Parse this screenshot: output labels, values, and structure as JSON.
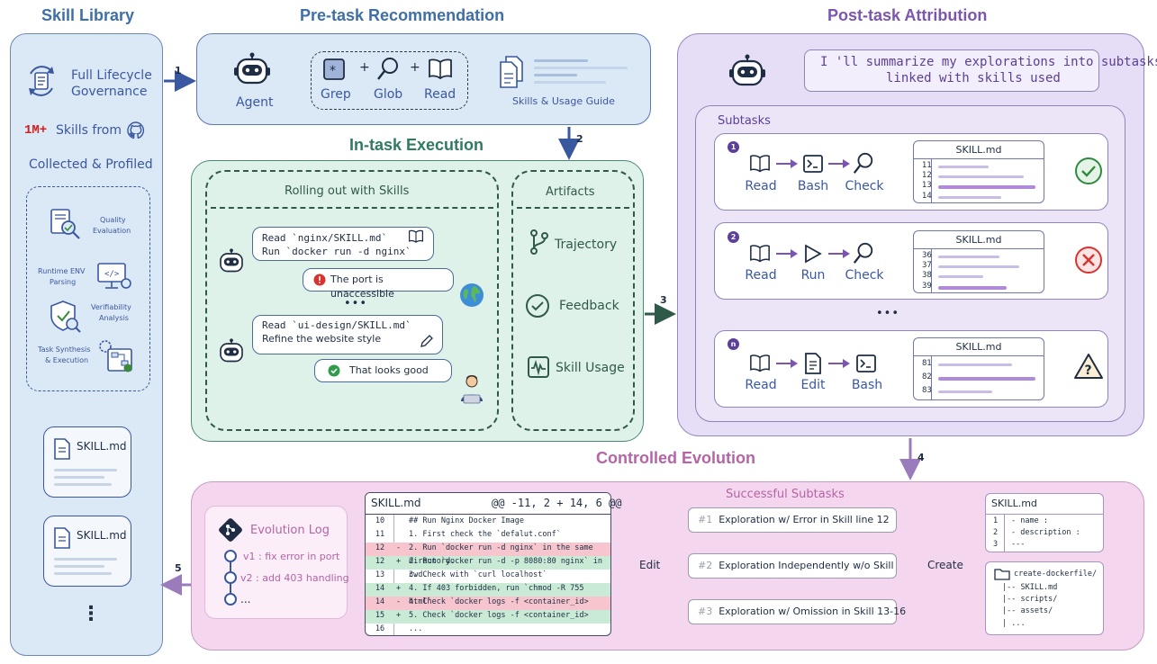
{
  "titles": {
    "skill_library": "Skill Library",
    "pre_task": "Pre-task Recommendation",
    "in_task": "In-task Execution",
    "post_task": "Post-task Attribution",
    "controlled": "Controlled Evolution"
  },
  "library": {
    "full_lifecycle": "Full Lifecycle",
    "governance": "Governance",
    "count_highlight": "1M+",
    "skills_from": "Skills from",
    "collected": "Collected & Profiled",
    "quality": "Quality",
    "evaluation": "Evaluation",
    "runtime": "Runtime ENV",
    "parsing": "Parsing",
    "verifiability": "Verifiability",
    "analysis": "Analysis",
    "task_synth": "Task Synthesis",
    "and_exec": "& Execution",
    "skill_md_1": "SKILL.md",
    "skill_md_2": "SKILL.md",
    "more": "⋮"
  },
  "arrows": {
    "a1": "1",
    "a2": "2",
    "a3": "3",
    "a4": "4",
    "a5": "5"
  },
  "pre": {
    "agent": "Agent",
    "grep": "Grep",
    "glob": "Glob",
    "read": "Read",
    "plus1": "+",
    "plus2": "+",
    "guide": "Skills & Usage Guide"
  },
  "exec": {
    "rolling": "Rolling out with Skills",
    "artifacts": "Artifacts",
    "msg1_l1": "Read `nginx/SKILL.md`",
    "msg1_l2": "Run `docker run -d nginx`",
    "resp1": "The port is unaccessible",
    "dots": "•••",
    "msg2_l1": "Read `ui-design/SKILL.md`",
    "msg2_l2": "Refine the website style",
    "resp2": "That looks good",
    "trajectory": "Trajectory",
    "feedback": "Feedback",
    "skill_usage": "Skill Usage"
  },
  "post": {
    "speech_l1": "I 'll summarize my explorations into subtasks",
    "speech_l2": "linked with skills used",
    "subtasks": "Subtasks",
    "dots": "•••",
    "s1": {
      "num": "1",
      "steps": [
        "Read",
        "Bash",
        "Check"
      ],
      "file": "SKILL.md",
      "lines": [
        "11",
        "12",
        "13",
        "14"
      ]
    },
    "s2": {
      "num": "2",
      "steps": [
        "Read",
        "Run",
        "Check"
      ],
      "file": "SKILL.md",
      "lines": [
        "36",
        "37",
        "38",
        "39"
      ]
    },
    "s3": {
      "num": "n",
      "steps": [
        "Read",
        "Edit",
        "Bash"
      ],
      "file": "SKILL.md",
      "lines": [
        "81",
        "82",
        "83"
      ]
    }
  },
  "evolution": {
    "log_title": "Evolution Log",
    "v1": "v1 : fix error in port",
    "v2": "v2 : add 403 handling",
    "more": "...",
    "diff_file": "SKILL.md",
    "diff_hunk": "@@ -11, 2   + 14, 6 @@",
    "rows": [
      {
        "no": "10",
        "sign": "",
        "text": "## Run Nginx Docker Image",
        "kind": "ctx"
      },
      {
        "no": "11",
        "sign": "",
        "text": "1. First check the `defalut.conf`",
        "kind": "ctx"
      },
      {
        "no": "12",
        "sign": "-",
        "text": "2. Run `docker run -d nginx` in the same directory.",
        "kind": "del"
      },
      {
        "no": "12",
        "sign": "+",
        "text": "2. Run `docker run -d -p 8080:80 nginx` in cwd.",
        "kind": "add"
      },
      {
        "no": "13",
        "sign": "",
        "text": "3. Check with `curl localhost`",
        "kind": "ctx"
      },
      {
        "no": "14",
        "sign": "+",
        "text": "4. If 403 forbidden, run `chmod -R 755 html`",
        "kind": "add"
      },
      {
        "no": "14",
        "sign": "-",
        "text": "4. Check `docker logs -f <container_id>",
        "kind": "del"
      },
      {
        "no": "15",
        "sign": "+",
        "text": "5. Check `docker logs -f <container_id>",
        "kind": "add"
      },
      {
        "no": "16",
        "sign": "",
        "text": "...",
        "kind": "ctx"
      }
    ],
    "edit": "Edit",
    "create": "Create",
    "successful": "Successful Subtasks",
    "sub1_hash": "#1",
    "sub1": "Exploration w/ Error in Skill line 12",
    "sub2_hash": "#2",
    "sub2": "Exploration Independently w/o Skill",
    "sub3_hash": "#3",
    "sub3": "Exploration w/ Omission in Skill 13-16",
    "new_skill_file": "SKILL.md",
    "new_lines": [
      {
        "n": "1",
        "t": "- name :"
      },
      {
        "n": "2",
        "t": "- description :"
      },
      {
        "n": "3",
        "t": "---"
      }
    ],
    "tree": [
      "create-dockerfile/",
      "|-- SKILL.md",
      "|-- scripts/",
      "|-- assets/",
      "| ..."
    ]
  },
  "colors": {
    "library_bg": "#dbe8f6",
    "pre_bg": "#dbe8f6",
    "exec_bg": "#dff2ea",
    "post_bg": "#e6ddf6",
    "evo_bg": "#f4d6ef",
    "check": "#2e8b3e",
    "cross": "#d9322f",
    "warn": "#c8861a"
  },
  "icons": [
    "robot-icon",
    "star-icon",
    "magnifier-icon",
    "book-icon",
    "document-icon",
    "git-branch-icon",
    "check-circle-icon",
    "waveform-icon",
    "cross-circle-icon",
    "warning-icon",
    "globe-icon",
    "user-icon",
    "pencil-icon",
    "github-icon",
    "terminal-icon",
    "play-icon",
    "edit-file-icon",
    "folder-icon",
    "git-log-icon"
  ]
}
